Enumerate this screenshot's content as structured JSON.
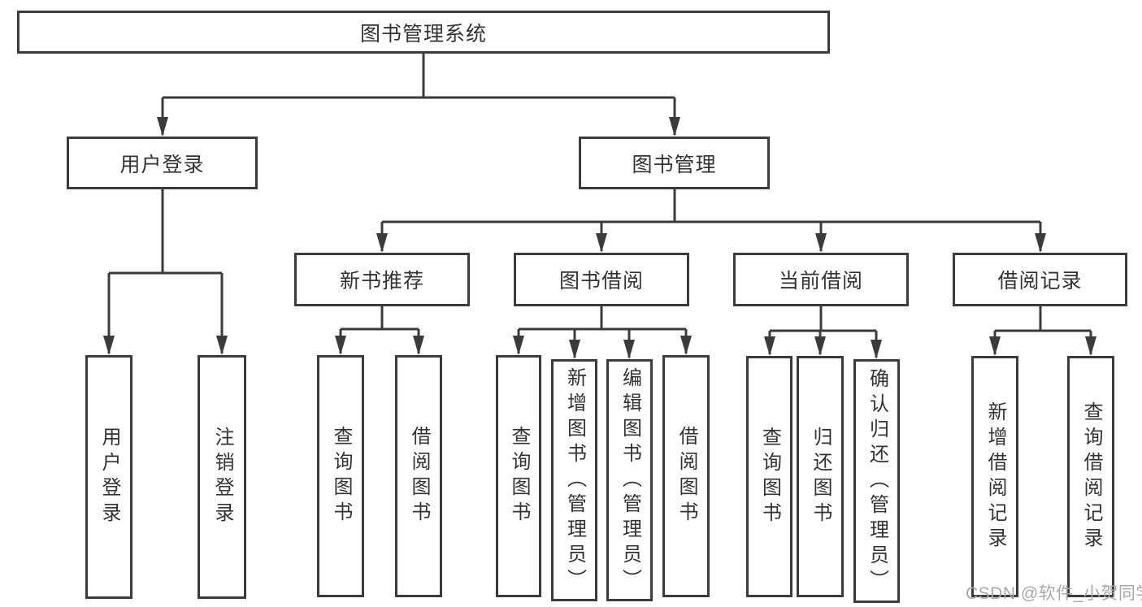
{
  "nodes": {
    "root": "图书管理系统",
    "user_login": "用户登录",
    "book_management": "图书管理",
    "new_book_recommend": "新书推荐",
    "book_borrowing": "图书借阅",
    "current_borrowing": "当前借阅",
    "borrowing_records": "借阅记录",
    "leaf_user_login": "用户登录",
    "leaf_logout": "注销登录",
    "leaf_query_books_recommend": "查询图书",
    "leaf_borrow_books_recommend": "借阅图书",
    "leaf_query_books_borrowing": "查询图书",
    "leaf_add_book_admin": "新增图书（管理员）",
    "leaf_edit_book_admin": "编辑图书（管理员）",
    "leaf_borrow_books_borrowing": "借阅图书",
    "leaf_query_books_current": "查询图书",
    "leaf_return_book": "归还图书",
    "leaf_confirm_return_admin": "确认归还（管理员）",
    "leaf_add_borrow_record": "新增借阅记录",
    "leaf_query_borrow_record": "查询借阅记录"
  },
  "watermark": "CSDN @软件_小贺同学",
  "colors": {
    "line": "#3b3b3b",
    "text": "#333333",
    "watermark": "#a8a8a8",
    "background": "#ffffff"
  }
}
